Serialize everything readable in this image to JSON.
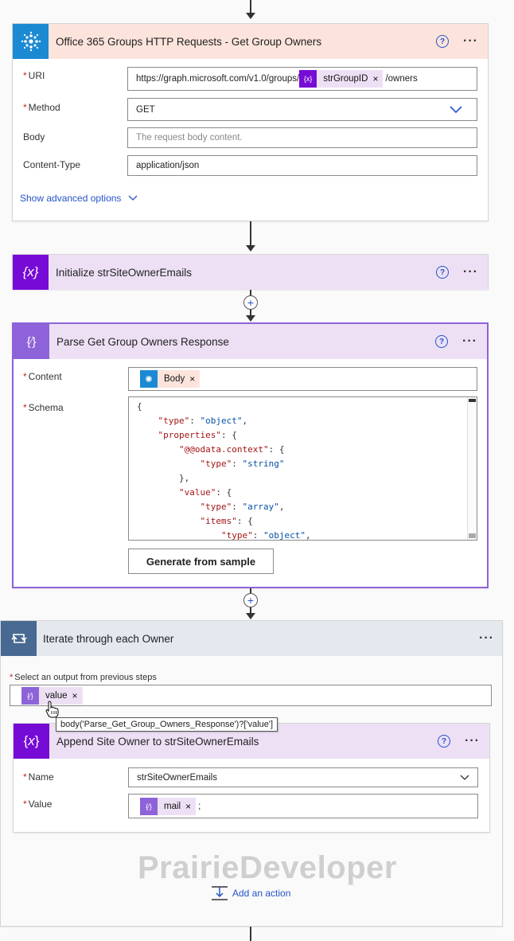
{
  "get_owners": {
    "title": "Office 365 Groups HTTP Requests - Get Group Owners",
    "uri_label": "URI",
    "uri_prefix": "https://graph.microsoft.com/v1.0/groups/",
    "uri_token": "strGroupID",
    "uri_suffix": "/owners",
    "method_label": "Method",
    "method_value": "GET",
    "body_label": "Body",
    "body_placeholder": "The request body content.",
    "content_type_label": "Content-Type",
    "content_type_value": "application/json",
    "advanced_link": "Show advanced options"
  },
  "init_var": {
    "title": "Initialize strSiteOwnerEmails"
  },
  "parse": {
    "title": "Parse Get Group Owners Response",
    "content_label": "Content",
    "content_token": "Body",
    "schema_label": "Schema",
    "schema_lines": [
      "{",
      "    \"type\": \"object\",",
      "    \"properties\": {",
      "        \"@@odata.context\": {",
      "            \"type\": \"string\"",
      "        },",
      "        \"value\": {",
      "            \"type\": \"array\",",
      "            \"items\": {",
      "                \"type\": \"object\","
    ],
    "generate_button": "Generate from sample"
  },
  "loop": {
    "title": "Iterate through each Owner",
    "select_label": "Select an output from previous steps",
    "token": "value",
    "tooltip": "body('Parse_Get_Group_Owners_Response')?['value']"
  },
  "append": {
    "title": "Append Site Owner to strSiteOwnerEmails",
    "name_label": "Name",
    "name_value": "strSiteOwnerEmails",
    "value_label": "Value",
    "value_token": "mail",
    "value_suffix": ";"
  },
  "watermark": "PrairieDeveloper",
  "add_action": "Add an action",
  "colors": {
    "http_header": "#fce4dc",
    "http_icon": "#1b8ad3",
    "var_header": "#ede0f5",
    "var_icon": "#770bd6",
    "parse_header": "#ede0f5",
    "parse_icon": "#8e63d9",
    "loop_header": "#e4e8ef",
    "loop_icon": "#486991",
    "link": "#2553c9",
    "selected_border": "#8e63d9"
  },
  "icons": {
    "http": "office365-groups-icon",
    "variable": "variable-icon",
    "parse": "data-operation-icon",
    "loop": "loop-icon",
    "help": "help-icon",
    "more": "more-options-icon"
  }
}
